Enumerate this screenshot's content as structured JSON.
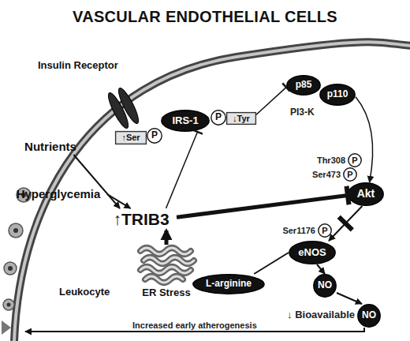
{
  "diagram": {
    "title": "VASCULAR ENDOTHELIAL CELLS",
    "nodes": [
      {
        "text": [
          "Insulin Receptor"
        ]
      },
      {
        "text": [
          "p85"
        ]
      },
      {
        "text": [
          "p110"
        ]
      },
      {
        "text": [
          "IRS-1"
        ]
      },
      {
        "text": [
          "P"
        ]
      },
      {
        "text": [
          "↓Tyr"
        ]
      },
      {
        "text": [
          "↑Ser"
        ]
      },
      {
        "text": [
          "P"
        ]
      },
      {
        "text": [
          "Nutrients"
        ]
      },
      {
        "text": [
          "P"
        ]
      },
      {
        "text": [
          "P"
        ]
      },
      {
        "text": [
          "Akt"
        ]
      },
      {
        "text": [
          "Hyperglycemia"
        ]
      },
      {
        "text": [
          "↑TRIB3"
        ]
      },
      {
        "text": [
          "P"
        ]
      },
      {
        "text": [
          "eNOS"
        ]
      },
      {
        "text": [
          "ER Stress"
        ]
      },
      {
        "text": [
          "L-arginine"
        ]
      },
      {
        "text": [
          "NO"
        ]
      },
      {
        "text": [
          "Leukocyte"
        ]
      },
      {
        "text": [
          "NO"
        ]
      }
    ],
    "edges": [
      {
        "from": 8,
        "to": 13,
        "arrow": "to"
      },
      {
        "from": 12,
        "to": 13,
        "arrow": "to"
      },
      {
        "from": 16,
        "to": 13,
        "arrow": "to"
      },
      {
        "from": 13,
        "to": 11,
        "arrow": "none"
      },
      {
        "from": 13,
        "to": 3,
        "arrow": "none"
      },
      {
        "from": 5,
        "to": 1,
        "arrow": "none"
      },
      {
        "from": 2,
        "to": 11,
        "arrow": "to"
      },
      {
        "from": 11,
        "to": 15,
        "arrow": "to"
      },
      {
        "from": 17,
        "to": 15,
        "arrow": "none"
      },
      {
        "from": 15,
        "to": 18,
        "arrow": "to"
      },
      {
        "from": 18,
        "to": 20,
        "arrow": "to"
      },
      {
        "from": 20,
        "to": 19,
        "arrow": "to",
        "label": "Increased early atherogenesis"
      }
    ],
    "labels": [
      "PI3-K",
      "Thr308",
      "Ser473",
      "Ser1176",
      "↓ Bioavailable"
    ]
  }
}
